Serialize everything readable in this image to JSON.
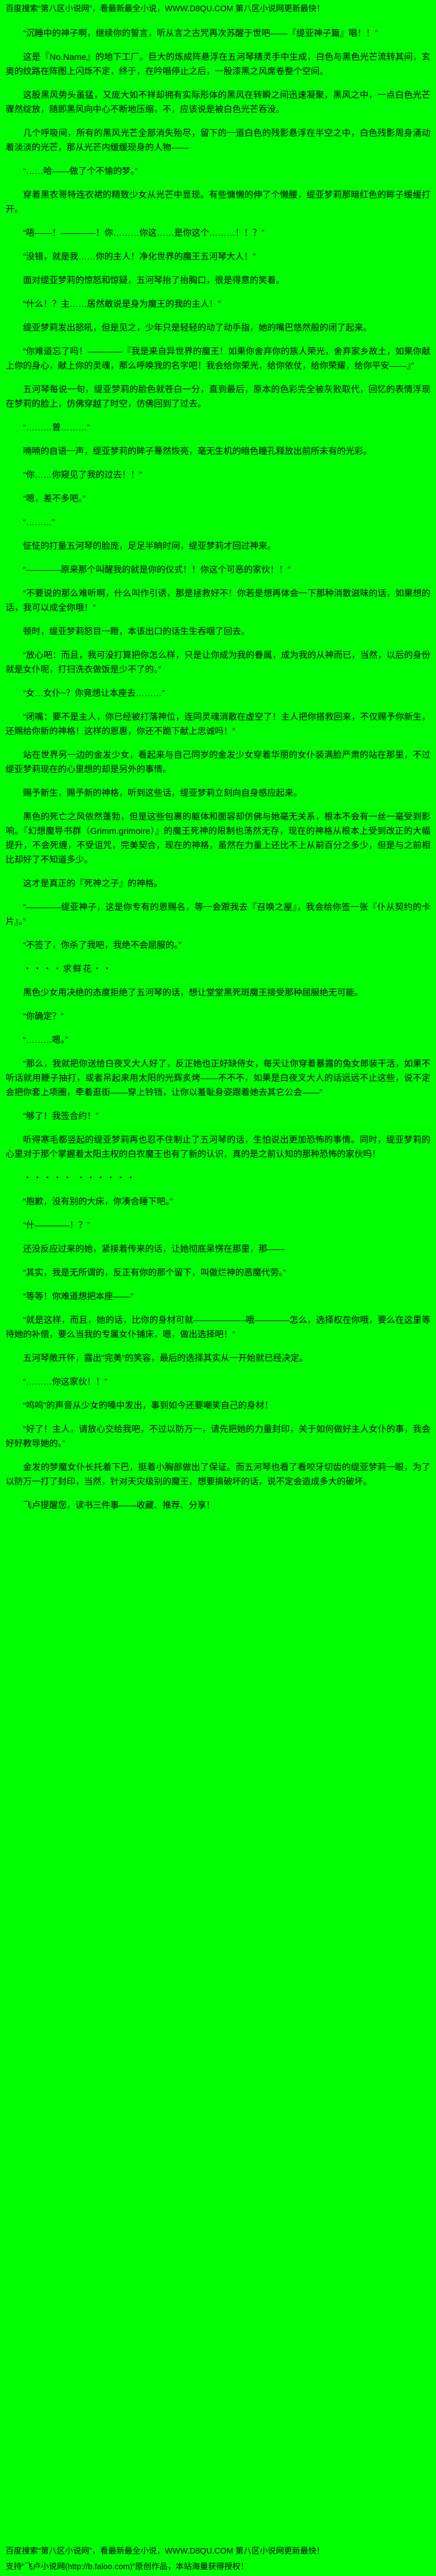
{
  "colors": {
    "background": "#00ff00",
    "text": "#000000"
  },
  "header": {
    "notice": "百度搜索“第八区小说网”，看最新最全小说，WWW.D8QU.COM 第八区小说网更新最快！"
  },
  "content": {
    "paragraphs": [
      "“沉睡中的神子啊，继续你的誓言，听从言之古咒再次苏醒于世吧——『缇亚神子篇』唱！！”",
      "这是『No.Name』的地下工厂。巨大的炼成阵悬浮在五河琴精灵手中生成，白色与黑色光芒流转其间，玄奥的纹路在阵图上闪烁不定，终于，在吟唱停止之后，一股漆黑之风席卷整个空间。",
      "这股黑风势头虽猛，又庞大如不祥却拥有实际形体的黑风在转瞬之间迅速凝聚，黑风之中，一点白色光芒骤然绽放，随即黑风向中心不断地压缩，不，应该说是被白色光芒吞没。",
      "几个呼吸间，所有的黑风光芒全部消失殆尽，留下的一道白色的残影悬浮在半空之中，白色残影周身涌动着淡淡的光芒，那从光芒内缓缓现身的人物——",
      "“……哈——做了个不愉的梦。”",
      "穿着黑衣哥特连衣裙的精致少女从光芒中显现。有些慵懒的伸了个懒腰，缇亚梦莉那暗红色的眸子缓缓打开。",
      "“唔——！————！你………你这……是你这个………！！？”",
      "“没错，就是我……你的主人！净化世界的魔王五河琴大人！”",
      "面对缇亚梦莉的惊怒和惊疑，五河琴抬了抬胸口，很是得意的笑着。",
      "“什么！？主……居然敢说是身为魔王的我的主人！”",
      "缇亚梦莉发出怒吼，但是见之，少年只是轻轻的动了动手指，她的嘴巴悠然般的闭了起来。",
      "“你难道忘了吗！————『我是来自异世界的魔王！如果你舍弃你的族人荣光，舍弃家乡故土，如果你献上你的身心，献上你的灵魂，那么呼唤我的名字吧！我会给你荣光，给你依仗，给你荣耀，给你平安——』”",
      "五河琴每说一句，缇亚梦莉的脸色就苍白一分，直到最后，原本的色彩完全被灰败取代，回忆的表情浮现在梦莉的脸上，仿佛穿越了时空，仿佛回到了过去。",
      "“………曾………”",
      "喃喃的自语一声，缇亚梦莉的眸子蓦然恢亮，毫无生机的暗色瞳孔释放出前所未有的光彩。",
      "“你……你窥见了我的过去！！”",
      "“嗯，差不多吧。”",
      "“………”",
      "怔怔的打量五河琴的脸庞，足足半晌时间，缇亚梦莉才回过神来。",
      "“————原来那个叫醒我的就是你的仪式！！你这个可恶的家伙！！”",
      "“不要说的那么难听啊，什么叫作引诱，那是拯救好不！你若是想再体会一下那种消散滋味的话，如果想的话，我可以成全你哦！”",
      "顿时，缇亚梦莉怒目一瞪，本该出口的话生生吞咽了回去。",
      "“放心吧：而且，我可没打算把你怎么样，只是让你成为我的眷属，成为我的从神而已，当然，以后的身份就是女仆呢，打扫洗衣做饭是少不了的。”",
      "“女…女仆~？你竟想让本座去………”",
      "“闭嘴：要不是主人，你已经被打落神位，连同灵魂消散在虚空了！主人把你搭救回来，不仅赐予你新生，还赐给你新的神格！这样的恩惠，你还不跪下献上忠诚吗！”",
      "站在世界另一边的金发少女，看起来与自己同岁的金发少女穿着华丽的女仆装满脸严肃的站在那里，不过缇亚梦莉现在的心里想的却是另外的事情。",
      "赐予新生，赐予新的神格，听到这些话，缇亚梦莉立刻向自身感应起来。",
      "黑色的死亡之风依然蓬勃，但是这些包裹的躯体和面容却仿佛与她毫无关系，根本不会有一丝一毫受到影响。『幻想魔导书群（Grimm.grimoire）』的魔王死神的限制也荡然无存，现在的神格从根本上受到改正的大幅提升，不会死缠，不受诅咒，完美契合，现在的神格，虽然在力量上还比不上从前百分之多少，但是与之前相比却好了不知道多少。",
      "这才是真正的『死神之子』的神格。",
      "“————缇亚神子，这是你专有的恩赐名，等一会跟我去『召唤之屋』，我会给你签一张『仆从契约的卡片』。”",
      "“不签了，你杀了我吧，我绝不会屈服的。”",
      "・・・・求鲜花・・",
      "黑色少女用决绝的态度拒绝了五河琴的话，想让堂堂黑死斑魔王接受那种屈服绝无可能。",
      "“你确定？”",
      "“………嗯。”",
      "“那么，我就把你送给白夜叉大人好了，反正她也正好缺侍女，每天让你穿着暴露的兔女郎装干活，如果不听话就用鞭子抽打，或者吊起来用太阳的光辉炙烤——不不不，如果是白夜叉大人的话远远不止这些，说不定会把你套上项圈，牵着逛街——穿上铃铛，让你以羞耻身姿跟着她去其它公会——”",
      "“够了！我签合约！”",
      "听得寒毛都竖起的缇亚梦莉再也忍不住制止了五河琴的话，生怕说出更加恐怖的事情。同时，缇亚梦莉的心里对于那个掌握着太阳主权的白衣魔王也有了新的认识，真的是之前认知的那种恐怖的家伙吗！",
      "・・・・・ ・・・・・・",
      "“抱歉，没有别的大床，你凑合睡下吧。”",
      "“什————！？”",
      "还没反应过来的她，紧接着传来的话，让她彻底呆愣在那里，那——",
      "“其实，我是无所谓的，反正有你的那个留下，叫做烂神的恶魔代劳。”",
      "“等等！你难道想把本座——”",
      "“就是这样，而且，她的话，比你的身材可就——————哦————怎么，选择权在你哦，要么在这里等待她的补偿，要么当我的专属女仆铺床，嗯，做出选择吧！”",
      "五河琴敞开怀，露出“完美”的笑容，最后的选择其实从一开始就已经决定。",
      "“………你这家伙！！”",
      "“呜呜”的声音从少女的嗓中发出，事到如今还要嘲笑自己的身材！",
      "“好了！主人，请放心交给我吧，不过以防万一，请先把她的力量封印，关于如何做好主人女仆的事，我会好好教导她的。”",
      "金发的梦魔女仆长托着下巴，挺着小胸部做出了保证。而五河琴也看了看咬牙切齿的缇亚梦莉一眼，为了以防万一打了封印，当然，针对天灾级别的魔王，想要搞破坏的话，说不定会造成多大的破坏。",
      "飞卢提醒您，读书三件事——收藏、推荐、分享！"
    ]
  },
  "footer": {
    "line1": "百度搜索“第八区小说网”，看最新最全小说，WWW.D8QU.COM 第八区小说网更新最快！",
    "line2": "支持“飞卢小说网(http://b.faloo.com)”原创作品，本站海量获得授权！"
  }
}
